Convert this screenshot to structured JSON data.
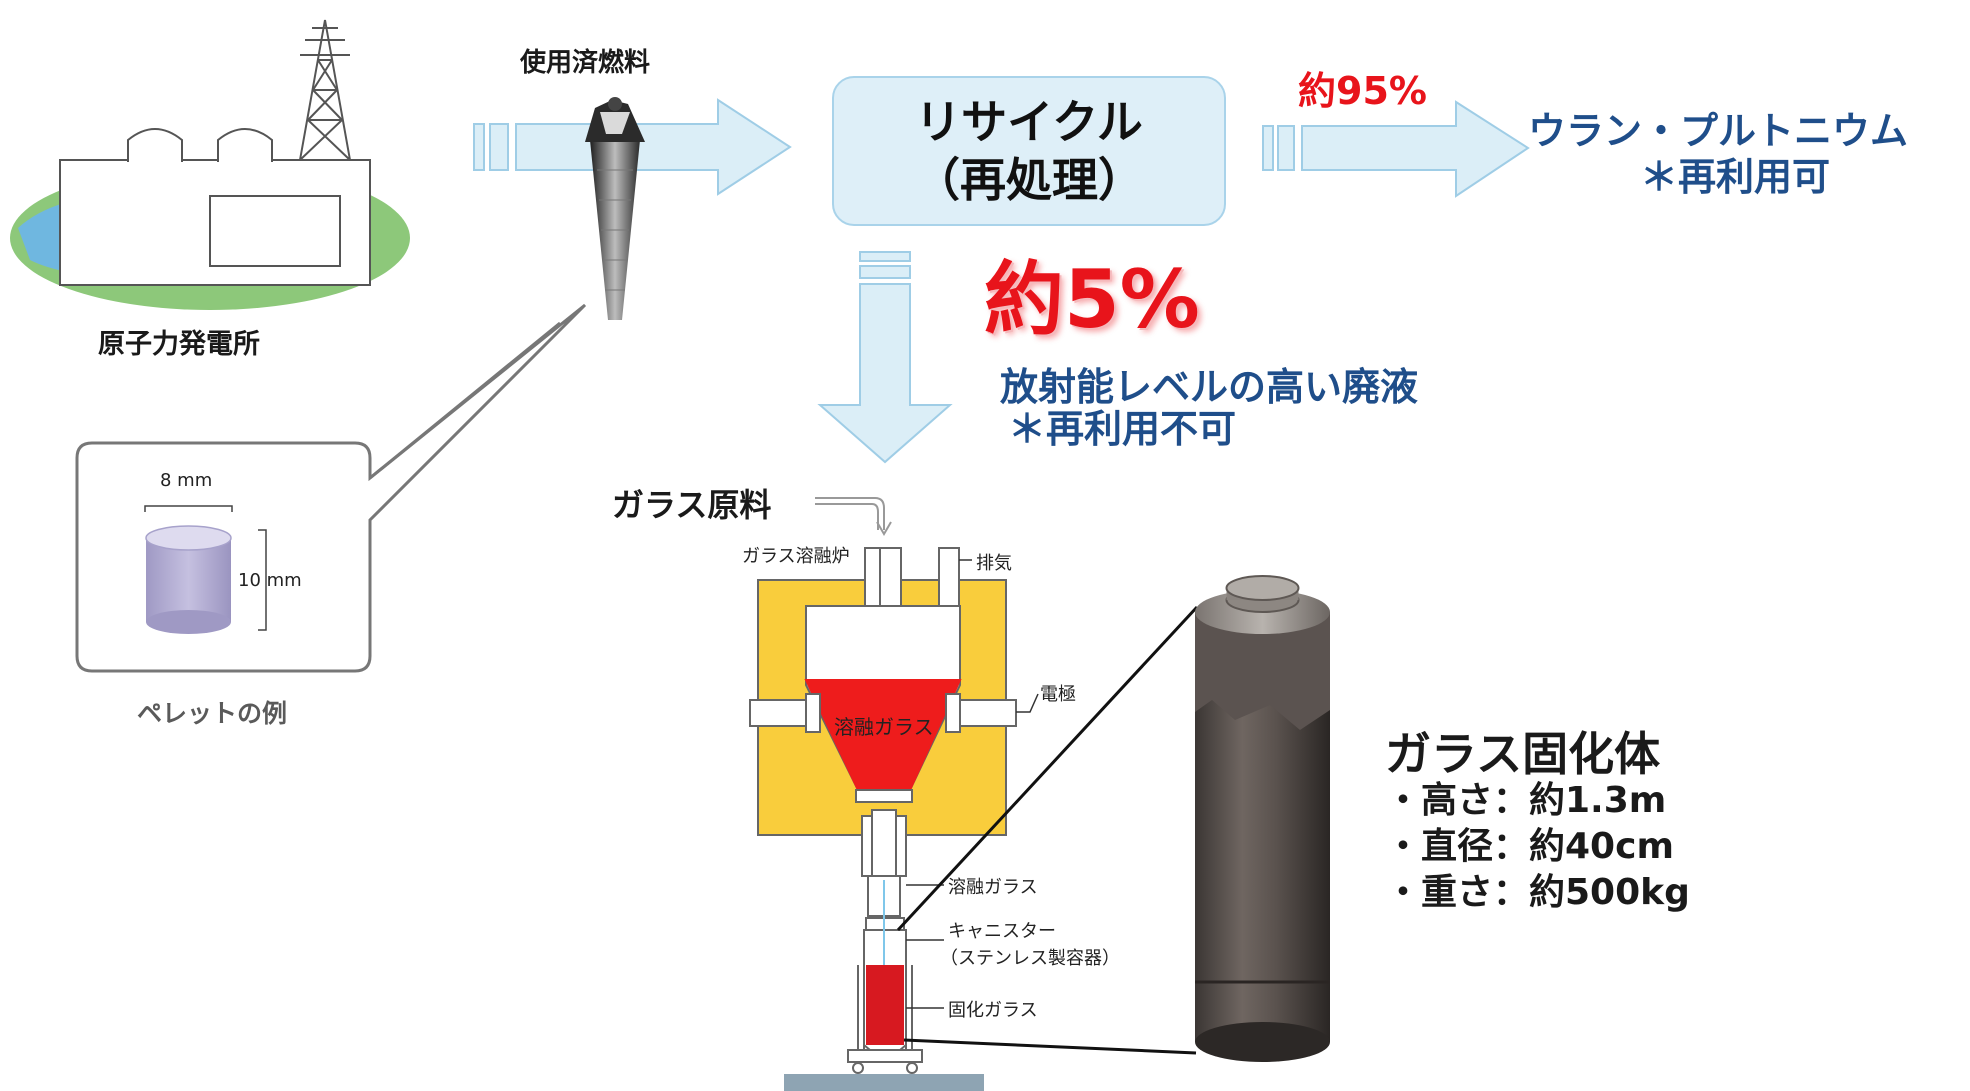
{
  "power_plant": {
    "label": "原子力発電所"
  },
  "spent_fuel": {
    "label": "使用済燃料"
  },
  "recycle": {
    "line1": "リサイクル",
    "line2": "（再処理）"
  },
  "output_95": {
    "percent": "約95%",
    "line1": "ウラン・プルトニウム",
    "line2": "＊再利用可"
  },
  "output_5": {
    "percent": "約5%",
    "line1": "放射能レベルの高い廃液",
    "line2": "＊再利用不可"
  },
  "pellet": {
    "width": "8 mm",
    "height": "10 mm",
    "caption": "ペレットの例"
  },
  "melter": {
    "glass_material": "ガラス原料",
    "furnace": "ガラス溶融炉",
    "exhaust": "排気",
    "electrode": "電極",
    "molten_glass_inner": "溶融ガラス",
    "molten_glass": "溶融ガラス",
    "canister_line1": "キャニスター",
    "canister_line2": "（ステンレス製容器）",
    "solidified_glass": "固化ガラス"
  },
  "vitrified": {
    "title": "ガラス固化体",
    "specs": [
      "・高さ：約1.3m",
      "・直径：約40cm",
      "・重さ：約500kg"
    ]
  },
  "colors": {
    "arrow_fill": "#dbeef7",
    "arrow_stroke": "#9fcde6",
    "navy_text": "#1f4e8a",
    "red_text": "#e8141b",
    "furnace_yellow": "#f9cd3c",
    "molten_red": "#ee1c1c",
    "pellet_purple": "#b3aed3"
  }
}
